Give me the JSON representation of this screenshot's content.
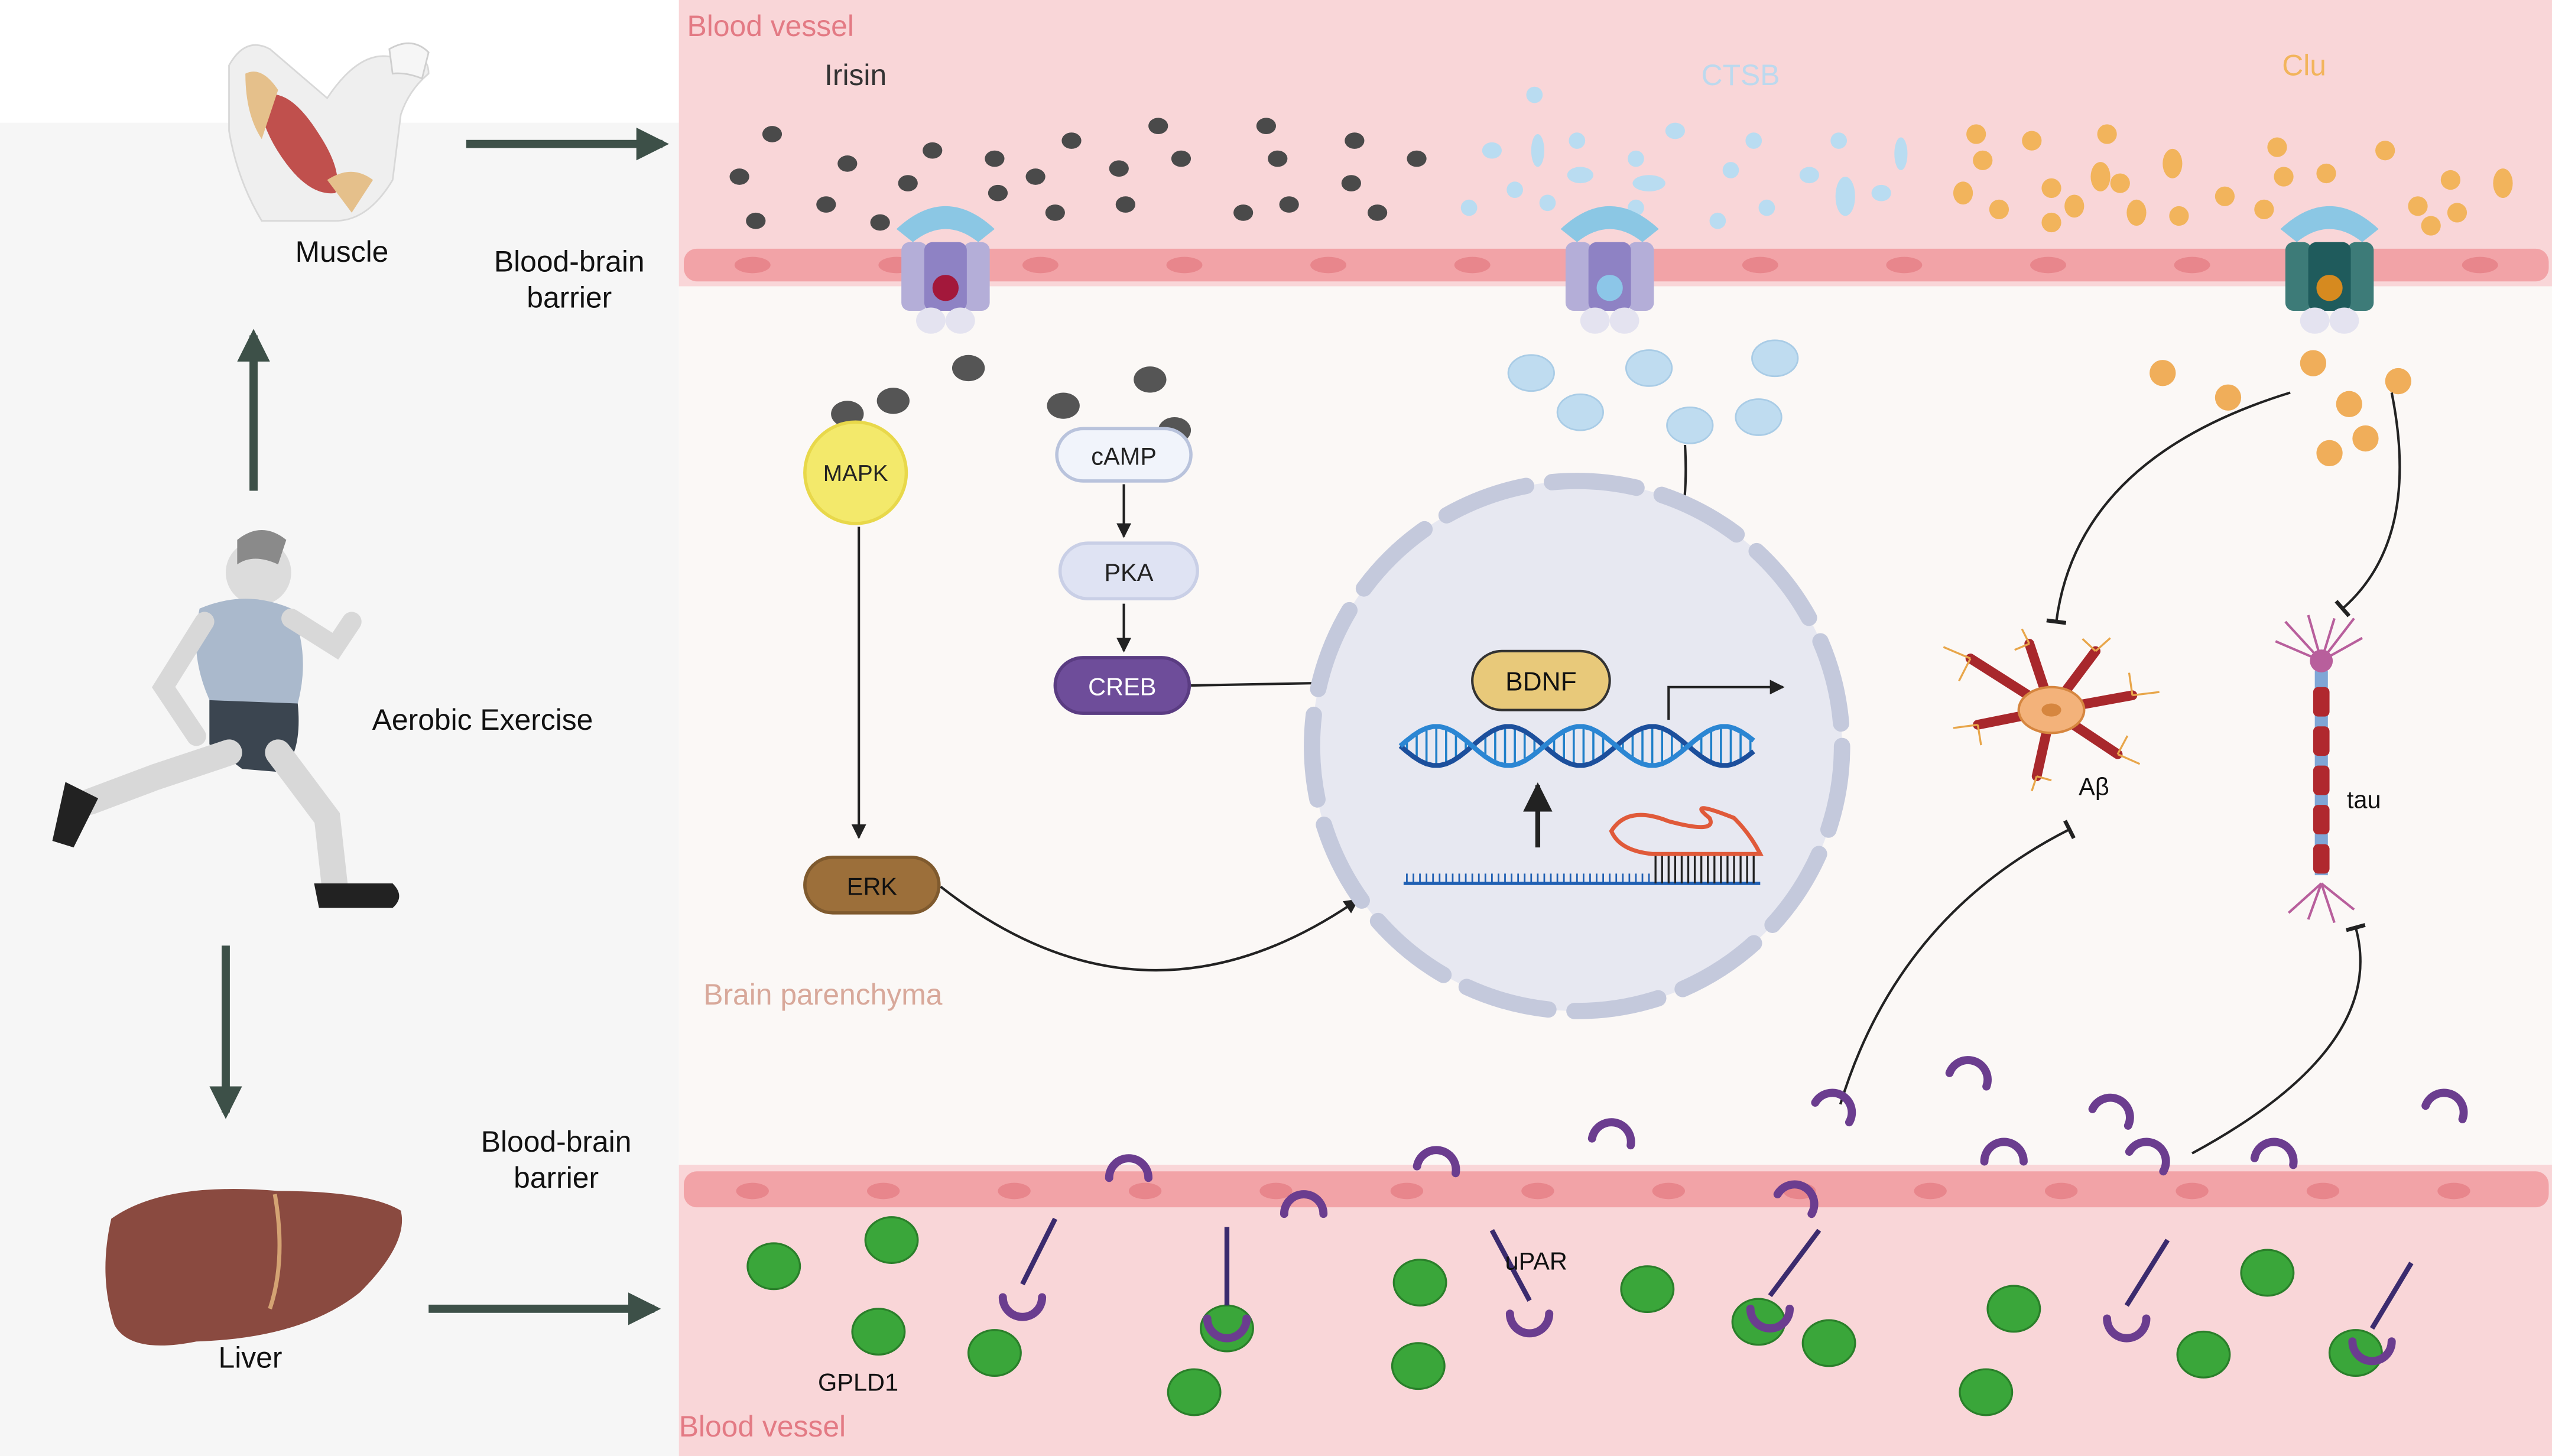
{
  "colors": {
    "vessel": "#f9d6d8",
    "endothelium": "#f2a3a7",
    "parenchyma": "#fbf8f6",
    "irisin": "#4a4a4a",
    "ctsb": "#b9dcf1",
    "clu": "#f2b45c",
    "gpld1": "#3aa63a",
    "upar": "#6b3d8f",
    "arrow_dark": "#3d5048"
  },
  "labels": {
    "blood_vessel_top": "Blood vessel",
    "blood_vessel_bottom": "Blood vessel",
    "brain_parenchyma": "Brain parenchyma",
    "bbb_top": [
      "Blood-brain",
      "barrier"
    ],
    "bbb_bottom": [
      "Blood-brain",
      "barrier"
    ],
    "muscle": "Muscle",
    "liver": "Liver",
    "aerobic_exercise": "Aerobic Exercise",
    "irisin": "Irisin",
    "ctsb": "CTSB",
    "clu": "Clu",
    "mapk": "MAPK",
    "camp": "cAMP",
    "pka": "PKA",
    "creb": "CREB",
    "erk": "ERK",
    "bdnf": "BDNF",
    "abeta": "Aβ",
    "tau": "tau",
    "upar": "uPAR",
    "gpld1": "GPLD1"
  },
  "icons": {
    "muscle": "arm-muscle-icon",
    "runner": "running-person-icon",
    "liver": "liver-icon",
    "receptor": "membrane-receptor-icon",
    "nucleus": "nucleus-icon",
    "dna": "dna-helix-icon",
    "astrocyte": "astrocyte-icon",
    "neuron": "neuron-icon"
  }
}
